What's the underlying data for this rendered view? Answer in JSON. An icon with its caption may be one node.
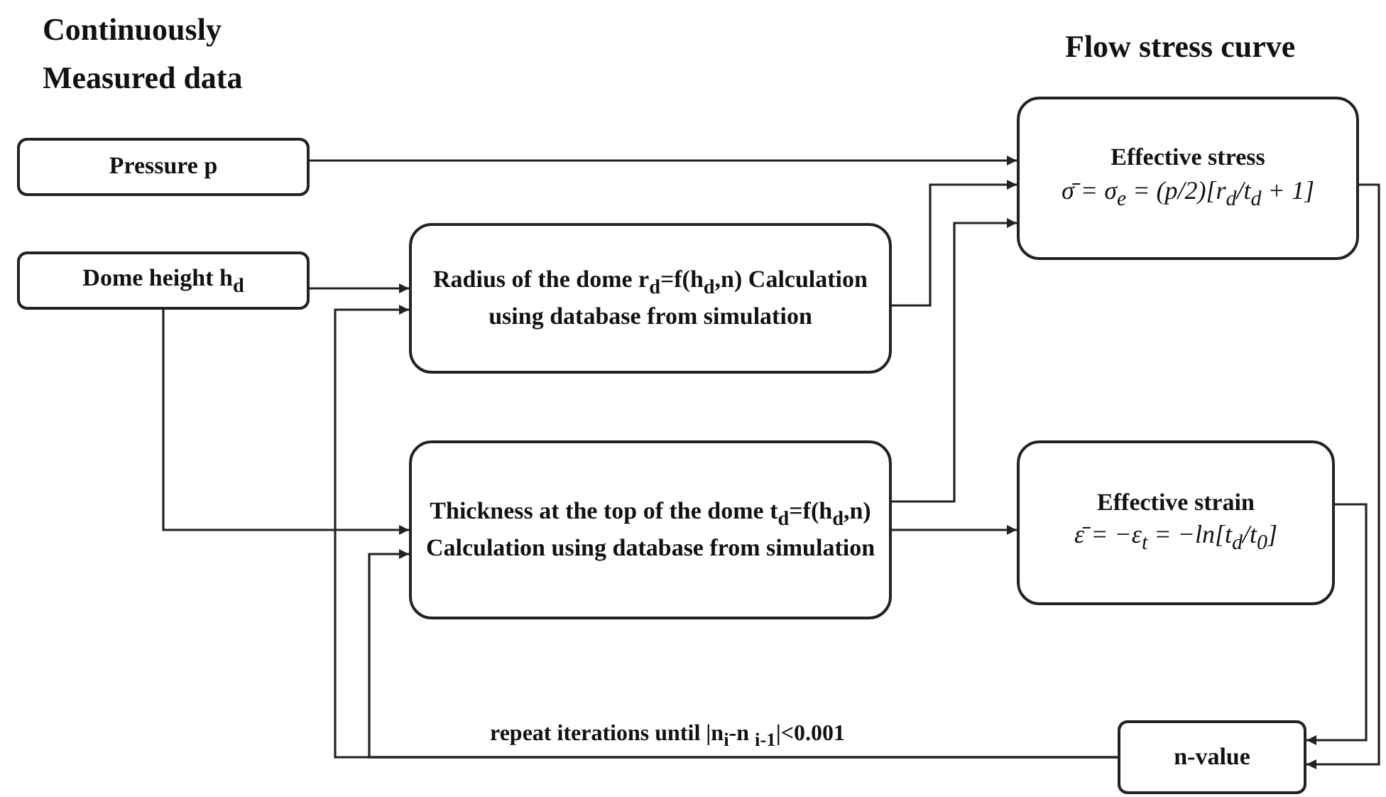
{
  "diagram": {
    "nodes": [
      {
        "text": [
          "Pressure  p"
        ]
      },
      {
        "text": [
          "Dome height h$_{d}$"
        ]
      },
      {
        "text": [
          "Radius of the dome r$_{d}$=f(h$_{d}$,n) Calculation using database from simulation"
        ]
      },
      {
        "text": [
          "Thickness at the top of the dome t$_{d}$=f(h$_{d}$,n) Calculation using database from simulation"
        ]
      },
      {
        "text": [
          "Effective stress",
          "σ̄ = σ$_{e}$ = (p/2)[r$_{d}$/t$_{d}$ + 1]"
        ]
      },
      {
        "text": [
          "Effective strain",
          "ε̄ = −ε$_{t}$ = −ln[t$_{d}$/t$_{0}$]"
        ]
      },
      {
        "text": [
          "n-value"
        ]
      }
    ],
    "edges": [
      {
        "from": 0,
        "to": 4,
        "arrow": "to"
      },
      {
        "from": 1,
        "to": 2,
        "arrow": "to"
      },
      {
        "from": 1,
        "to": 3,
        "arrow": "to"
      },
      {
        "from": 2,
        "to": 4,
        "arrow": "to"
      },
      {
        "from": 3,
        "to": 4,
        "arrow": "to"
      },
      {
        "from": 3,
        "to": 5,
        "arrow": "to"
      },
      {
        "from": 4,
        "to": 6,
        "arrow": "to"
      },
      {
        "from": 5,
        "to": 6,
        "arrow": "to"
      },
      {
        "from": 6,
        "to": 2,
        "arrow": "to",
        "label": "repeat iterations until |n$_{i}$-n $_{i-1}$|<0.001"
      },
      {
        "from": 6,
        "to": 3,
        "arrow": "to"
      }
    ],
    "labels": [
      "Continuously Measured data",
      "Flow stress curve"
    ]
  }
}
